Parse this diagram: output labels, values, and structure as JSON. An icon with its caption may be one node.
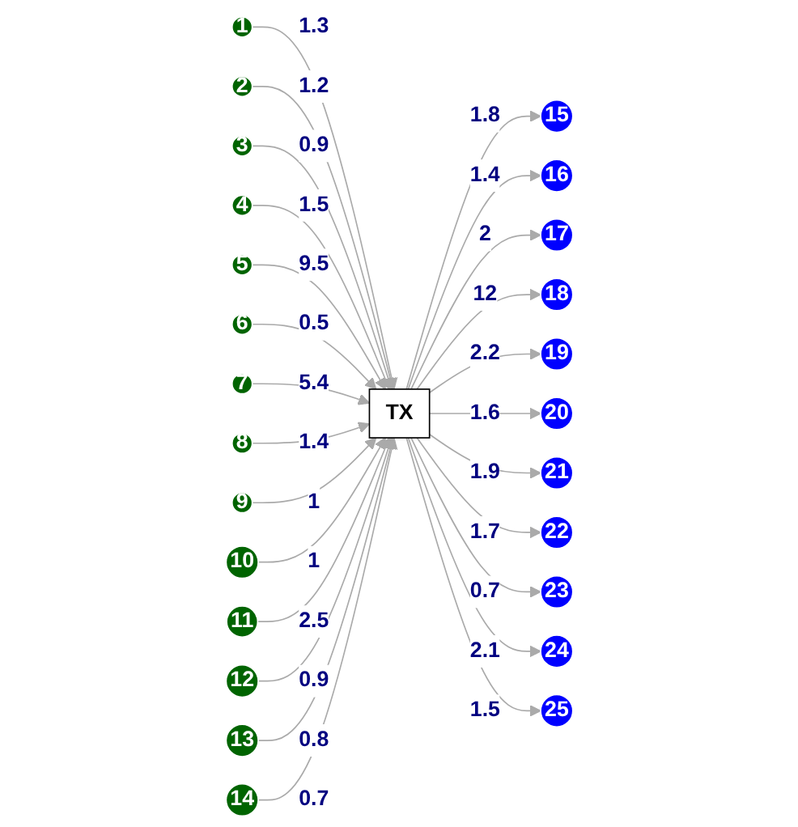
{
  "diagram": {
    "nodes": [
      {
        "text": [
          "1"
        ]
      },
      {
        "text": [
          "2"
        ]
      },
      {
        "text": [
          "3"
        ]
      },
      {
        "text": [
          "4"
        ]
      },
      {
        "text": [
          "5"
        ]
      },
      {
        "text": [
          "6"
        ]
      },
      {
        "text": [
          "7"
        ]
      },
      {
        "text": [
          "8"
        ]
      },
      {
        "text": [
          "9"
        ]
      },
      {
        "text": [
          "10"
        ]
      },
      {
        "text": [
          "11"
        ]
      },
      {
        "text": [
          "12"
        ]
      },
      {
        "text": [
          "13"
        ]
      },
      {
        "text": [
          "14"
        ]
      },
      {
        "text": [
          "TX"
        ]
      },
      {
        "text": [
          "15"
        ]
      },
      {
        "text": [
          "16"
        ]
      },
      {
        "text": [
          "17"
        ]
      },
      {
        "text": [
          "18"
        ]
      },
      {
        "text": [
          "19"
        ]
      },
      {
        "text": [
          "20"
        ]
      },
      {
        "text": [
          "21"
        ]
      },
      {
        "text": [
          "22"
        ]
      },
      {
        "text": [
          "23"
        ]
      },
      {
        "text": [
          "24"
        ]
      },
      {
        "text": [
          "25"
        ]
      }
    ],
    "edges": [
      {
        "from": 0,
        "to": 14,
        "arrow": "to",
        "label": "1.3"
      },
      {
        "from": 1,
        "to": 14,
        "arrow": "to",
        "label": "1.2"
      },
      {
        "from": 2,
        "to": 14,
        "arrow": "to",
        "label": "0.9"
      },
      {
        "from": 3,
        "to": 14,
        "arrow": "to",
        "label": "1.5"
      },
      {
        "from": 4,
        "to": 14,
        "arrow": "to",
        "label": "9.5"
      },
      {
        "from": 5,
        "to": 14,
        "arrow": "to",
        "label": "0.5"
      },
      {
        "from": 6,
        "to": 14,
        "arrow": "to",
        "label": "5.4"
      },
      {
        "from": 7,
        "to": 14,
        "arrow": "to",
        "label": "1.4"
      },
      {
        "from": 8,
        "to": 14,
        "arrow": "to",
        "label": "1"
      },
      {
        "from": 9,
        "to": 14,
        "arrow": "to",
        "label": "1"
      },
      {
        "from": 10,
        "to": 14,
        "arrow": "to",
        "label": "2.5"
      },
      {
        "from": 11,
        "to": 14,
        "arrow": "to",
        "label": "0.9"
      },
      {
        "from": 12,
        "to": 14,
        "arrow": "to",
        "label": "0.8"
      },
      {
        "from": 13,
        "to": 14,
        "arrow": "to",
        "label": "0.7"
      },
      {
        "from": 14,
        "to": 15,
        "arrow": "to",
        "label": "1.8"
      },
      {
        "from": 14,
        "to": 16,
        "arrow": "to",
        "label": "1.4"
      },
      {
        "from": 14,
        "to": 17,
        "arrow": "to",
        "label": "2"
      },
      {
        "from": 14,
        "to": 18,
        "arrow": "to",
        "label": "12"
      },
      {
        "from": 14,
        "to": 19,
        "arrow": "to",
        "label": "2.2"
      },
      {
        "from": 14,
        "to": 20,
        "arrow": "to",
        "label": "1.6"
      },
      {
        "from": 14,
        "to": 21,
        "arrow": "to",
        "label": "1.9"
      },
      {
        "from": 14,
        "to": 22,
        "arrow": "to",
        "label": "1.7"
      },
      {
        "from": 14,
        "to": 23,
        "arrow": "to",
        "label": "0.7"
      },
      {
        "from": 14,
        "to": 24,
        "arrow": "to",
        "label": "2.1"
      },
      {
        "from": 14,
        "to": 25,
        "arrow": "to",
        "label": "1.5"
      }
    ]
  }
}
